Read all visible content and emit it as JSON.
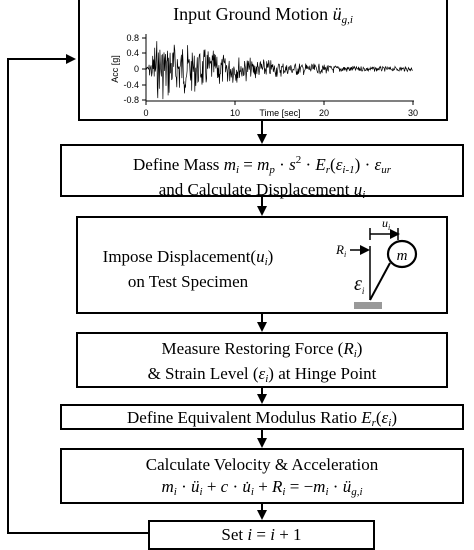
{
  "steps": {
    "input_motion": {
      "label": "Input Ground Motion",
      "chart": {
        "ylabel": "Acc [g]",
        "xlabel": "Time [sec]",
        "yticks": [
          "0.8",
          "0.4",
          "0",
          "-0.4",
          "-0.8"
        ],
        "xticks": [
          "0",
          "10",
          "20",
          "30"
        ]
      }
    },
    "define_mass": {
      "line1": "Define Mass",
      "line2": "and Calculate Displacement"
    },
    "impose": {
      "line1": "Impose Displacement(",
      "line1_end": ")",
      "line2": "on Test Specimen",
      "mass_label": "m"
    },
    "measure": {
      "line1": "Measure Restoring Force (",
      "line1_end": ")",
      "line2_a": "& Strain Level (",
      "line2_b": ") at Hinge Point"
    },
    "equivalent": {
      "label": "Define Equivalent Modulus Ratio"
    },
    "calculate": {
      "line1": "Calculate Velocity & Acceleration"
    },
    "increment": {
      "label": "Set"
    }
  }
}
